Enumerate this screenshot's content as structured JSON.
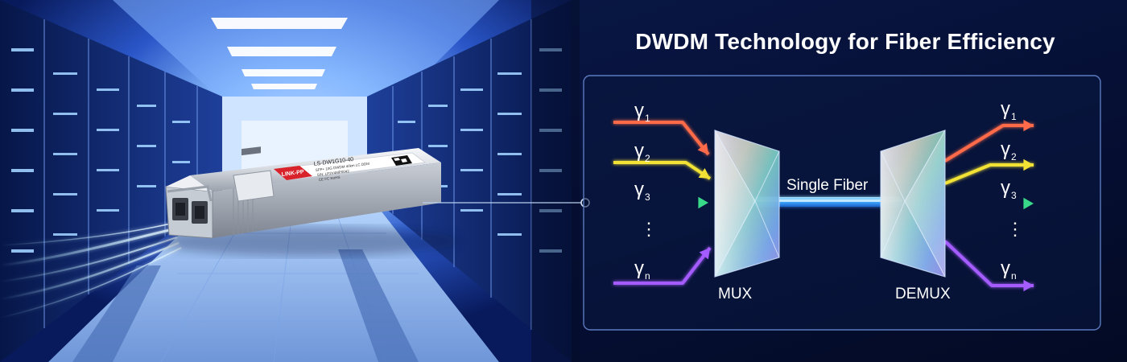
{
  "diagram": {
    "title": "DWDM Technology for Fiber Efficiency",
    "channels_left": [
      {
        "symbol": "γ",
        "sub": "1",
        "color": "#ff6a4a"
      },
      {
        "symbol": "γ",
        "sub": "2",
        "color": "#f2e235"
      },
      {
        "symbol": "γ",
        "sub": "3",
        "color": "#39d98a"
      },
      {
        "symbol": "γ",
        "sub": "n",
        "color": "#a45cff"
      }
    ],
    "channels_right": [
      {
        "symbol": "γ",
        "sub": "1",
        "color": "#ff6a4a"
      },
      {
        "symbol": "γ",
        "sub": "2",
        "color": "#f2e235"
      },
      {
        "symbol": "γ",
        "sub": "3",
        "color": "#39d98a"
      },
      {
        "symbol": "γ",
        "sub": "n",
        "color": "#a45cff"
      }
    ],
    "ellipsis": "⋮",
    "mux_label": "MUX",
    "demux_label": "DEMUX",
    "fiber_label": "Single Fiber"
  },
  "module": {
    "brand": "LINK-PP",
    "part_number": "LS-DW1G10-40",
    "spec_line": "SFP+ 10G DWDM 40km LC DDM",
    "sn_line": "S/N: LP2V4MP0042",
    "cert_line": "CE FC RoHS"
  },
  "colors": {
    "fiber": "#58c8ff",
    "panel_border": "#5b7bc0",
    "brand_red": "#d8232a",
    "background": "#040c2a"
  }
}
